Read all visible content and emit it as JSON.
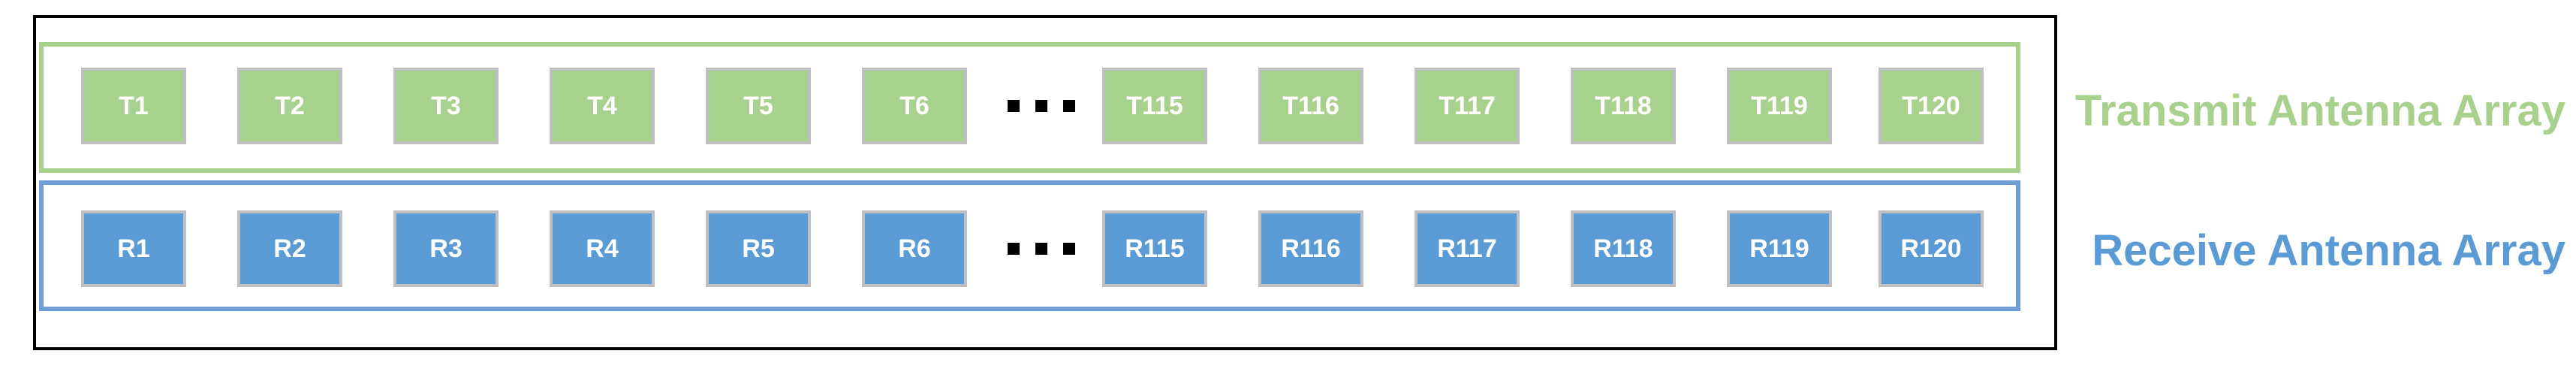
{
  "transmit": {
    "label": "Transmit Antenna Array",
    "color": "#a9d18e",
    "elements": [
      "T1",
      "T2",
      "T3",
      "T4",
      "T5",
      "T6",
      "T115",
      "T116",
      "T117",
      "T118",
      "T119",
      "T120"
    ]
  },
  "receive": {
    "label": "Receive Antenna Array",
    "color": "#5b9bd5",
    "elements": [
      "R1",
      "R2",
      "R3",
      "R4",
      "R5",
      "R6",
      "R115",
      "R116",
      "R117",
      "R118",
      "R119",
      "R120"
    ]
  },
  "ellipsis": "..."
}
